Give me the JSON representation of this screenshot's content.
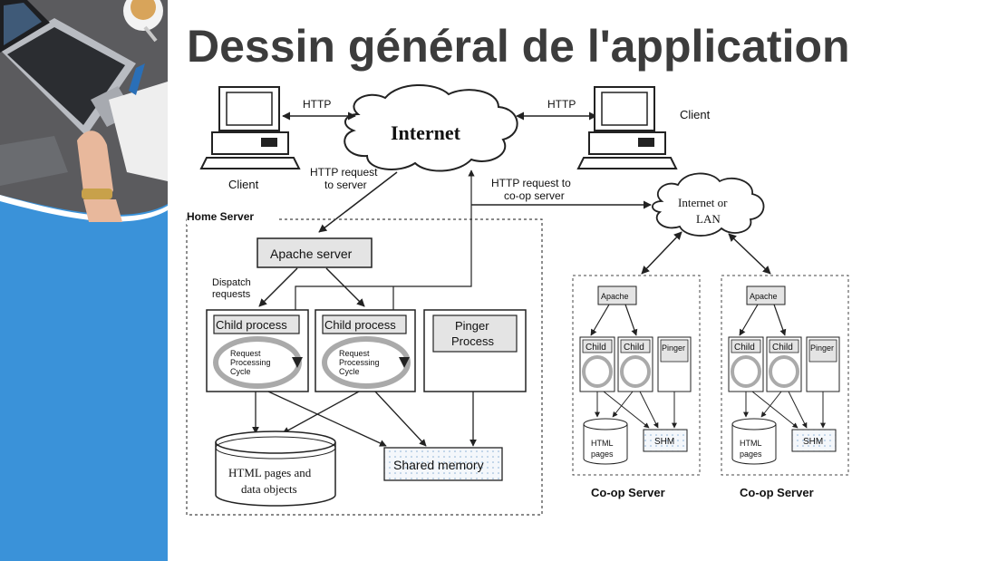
{
  "slide": {
    "title": "Dessin général de l'application",
    "sidebar_color": "#3a92d9"
  },
  "diagram": {
    "internet_label": "Internet",
    "http_left": "HTTP",
    "http_right": "HTTP",
    "client_left_label": "Client",
    "client_right_label": "Client",
    "http_request_server_line1": "HTTP request",
    "http_request_server_line2": "to server",
    "http_request_coop_line1": "HTTP request to",
    "http_request_coop_line2": "co-op server",
    "internet_lan_line1": "Internet or",
    "internet_lan_line2": "LAN",
    "home_server_label": "Home Server",
    "apache_server_label": "Apache server",
    "dispatch_line1": "Dispatch",
    "dispatch_line2": "requests",
    "child_process_label": "Child process",
    "request_line1": "Request",
    "request_line2": "Processing",
    "request_line3": "Cycle",
    "pinger_line1": "Pinger",
    "pinger_line2": "Process",
    "html_pages_line1": "HTML pages and",
    "html_pages_line2": "data objects",
    "shared_memory_label": "Shared memory",
    "coop": {
      "apache_label": "Apache",
      "child_label": "Child",
      "pinger_label": "Pinger",
      "html_line1": "HTML",
      "html_line2": "pages",
      "shm_label": "SHM",
      "server_label": "Co-op Server"
    }
  }
}
